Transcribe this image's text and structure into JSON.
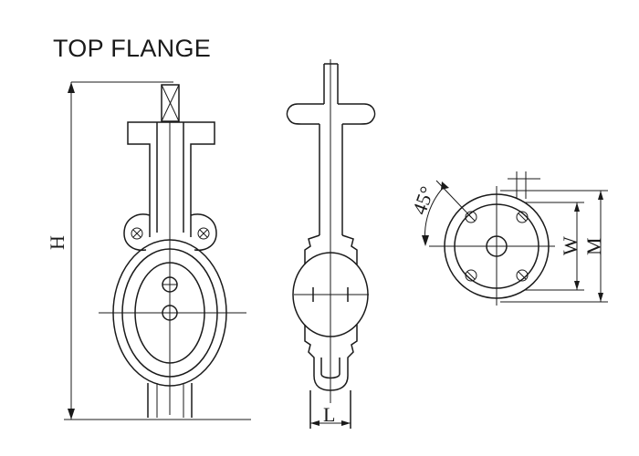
{
  "title": "TOP FLANGE",
  "dimensions": {
    "height": "H",
    "length": "L",
    "inner": "W",
    "outer": "M",
    "angle": "45°"
  }
}
